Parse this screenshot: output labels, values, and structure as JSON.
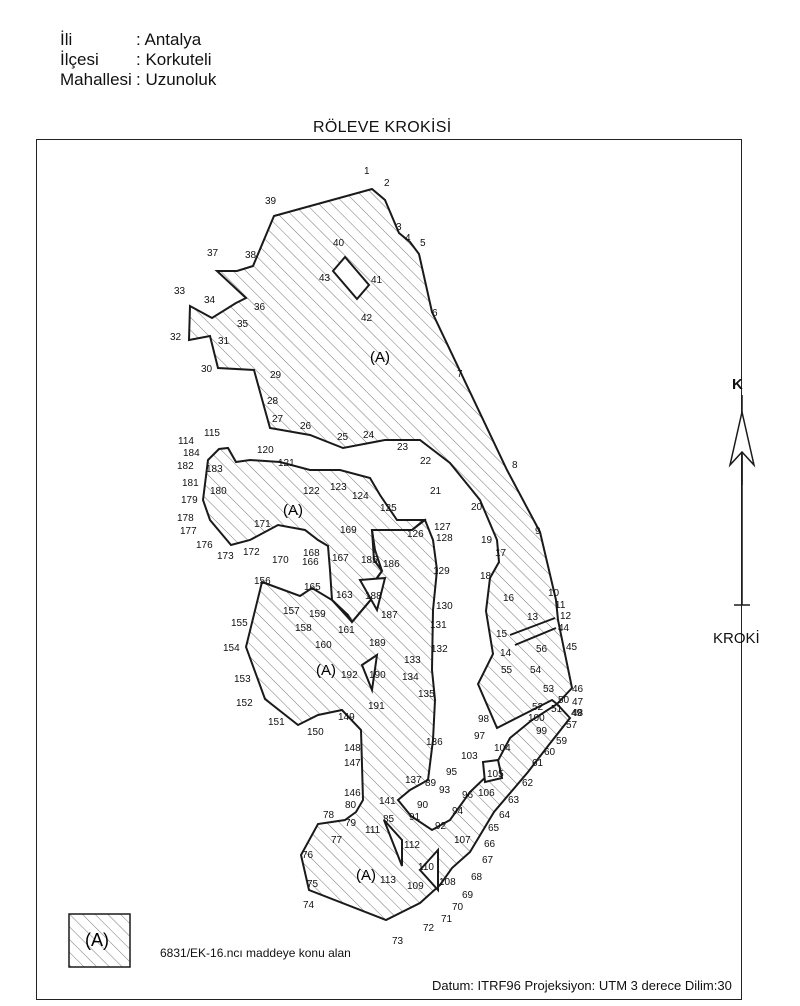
{
  "header": {
    "il": {
      "label": "İli",
      "value": ": Antalya"
    },
    "ilce": {
      "label": "İlçesi",
      "value": ": Korkuteli"
    },
    "mahalle": {
      "label": "Mahallesi",
      "value": ": Uzunoluk"
    }
  },
  "title": "RÖLEVE KROKİSİ",
  "area_label": "(A)",
  "north_letter": "K",
  "kroki_label": "KROKİ",
  "legend": {
    "symbol": "(A)",
    "text": "6831/EK-16.ncı maddeye konu alan"
  },
  "datum": "Datum: ITRF96 Projeksiyon: UTM 3 derece Dilim:30",
  "colors": {
    "line": "#1a1a1a",
    "hatch": "#555555"
  },
  "point_labels": [
    "1",
    "2",
    "3",
    "4",
    "5",
    "6",
    "7",
    "8",
    "9",
    "10",
    "11",
    "12",
    "13",
    "14",
    "15",
    "16",
    "17",
    "18",
    "19",
    "20",
    "21",
    "22",
    "23",
    "24",
    "25",
    "26",
    "27",
    "28",
    "29",
    "30",
    "31",
    "32",
    "33",
    "34",
    "35",
    "36",
    "37",
    "38",
    "39",
    "40",
    "41",
    "42",
    "43",
    "44",
    "45",
    "46",
    "47",
    "48",
    "49",
    "50",
    "51",
    "52",
    "53",
    "54",
    "55",
    "56",
    "57",
    "59",
    "60",
    "61",
    "62",
    "63",
    "64",
    "65",
    "66",
    "67",
    "68",
    "69",
    "70",
    "71",
    "72",
    "73",
    "74",
    "75",
    "76",
    "77",
    "78",
    "79",
    "80",
    "85",
    "89",
    "90",
    "91",
    "92",
    "93",
    "94",
    "95",
    "96",
    "97",
    "98",
    "99",
    "100",
    "103",
    "104",
    "105",
    "106",
    "107",
    "108",
    "109",
    "110",
    "111",
    "112",
    "113",
    "114",
    "115",
    "120",
    "121",
    "122",
    "123",
    "124",
    "125",
    "126",
    "127",
    "128",
    "129",
    "130",
    "131",
    "132",
    "133",
    "134",
    "135",
    "136",
    "137",
    "141",
    "146",
    "147",
    "148",
    "149",
    "150",
    "151",
    "152",
    "153",
    "154",
    "155",
    "156",
    "157",
    "158",
    "159",
    "160",
    "161",
    "163",
    "165",
    "166",
    "167",
    "168",
    "169",
    "170",
    "171",
    "172",
    "173",
    "176",
    "177",
    "178",
    "179",
    "180",
    "181",
    "182",
    "183",
    "184",
    "185",
    "186",
    "187",
    "188",
    "189",
    "190",
    "191",
    "192"
  ]
}
